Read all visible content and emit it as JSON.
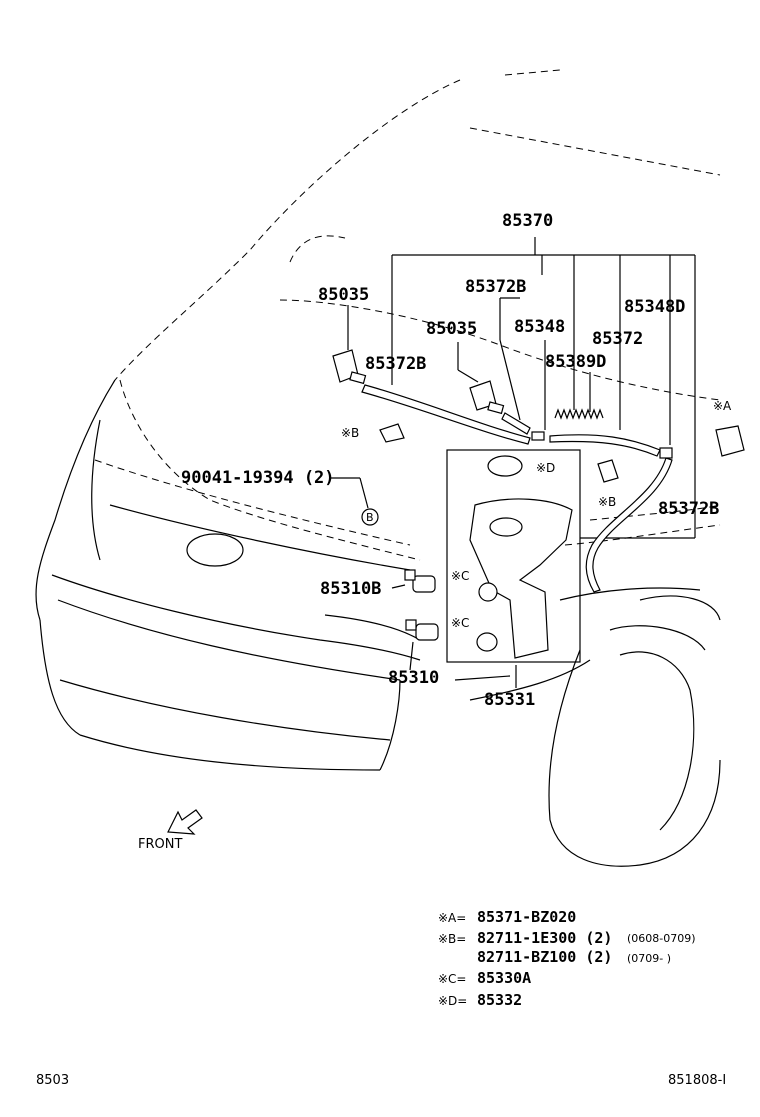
{
  "labels": {
    "p85370": "85370",
    "p85035_a": "85035",
    "p85372b_top": "85372B",
    "p85035_b": "85035",
    "p85348": "85348",
    "p85372": "85372",
    "p85348d": "85348D",
    "p85372b_left": "85372B",
    "p85389d": "85389D",
    "p90041": "90041-19394 (2)",
    "p85372b_right": "85372B",
    "p85310b": "85310B",
    "p85310": "85310",
    "p85331": "85331",
    "front": "FRONT",
    "mark_a": "※A",
    "mark_b1": "※B",
    "mark_b2": "※B",
    "mark_c1": "※C",
    "mark_c2": "※C",
    "mark_d": "※D",
    "circle_b": "B"
  },
  "legend": [
    {
      "mark": "※A=",
      "part": "85371-BZ020",
      "note": ""
    },
    {
      "mark": "※B=",
      "part": "82711-1E300 (2)",
      "note": "(0608-0709)"
    },
    {
      "mark": "",
      "part": "82711-BZ100 (2)",
      "note": "(0709-      )"
    },
    {
      "mark": "※C=",
      "part": "85330A",
      "note": ""
    },
    {
      "mark": "※D=",
      "part": "85332",
      "note": ""
    }
  ],
  "footer": {
    "left_code": "8503",
    "right_code": "851808-I"
  }
}
